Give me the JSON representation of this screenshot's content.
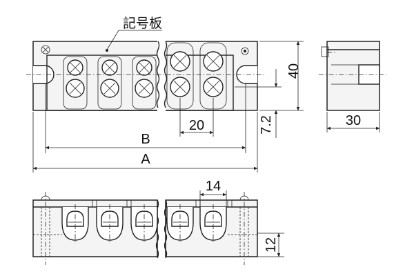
{
  "labels": {
    "nameplate": "記号板",
    "dim_a": "A",
    "dim_b": "B",
    "pitch_top": "20",
    "pitch_front": "14",
    "height": "40",
    "side_width": "30",
    "offset": "7.2",
    "front_height": "12"
  }
}
